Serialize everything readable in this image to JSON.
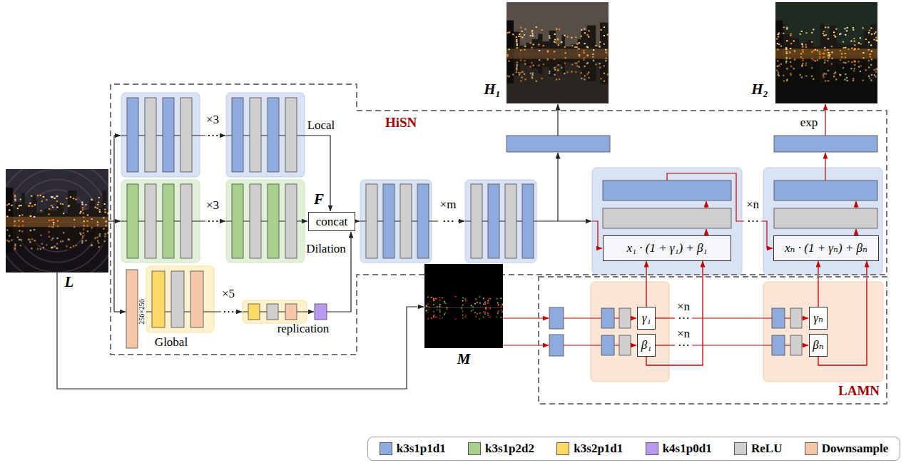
{
  "diagram": {
    "nodes": [
      {
        "text": [
          "HiSN"
        ]
      },
      {
        "text": [
          "concat"
        ],
        "in": 0
      },
      {
        "text": [
          "x₁ · (1 + γ₁) + β₁"
        ],
        "in": 0
      },
      {
        "text": [
          "xₙ · (1 + γₙ) + βₙ"
        ],
        "in": 0
      },
      {
        "text": [
          "LAMN"
        ]
      },
      {
        "text": [
          "γ₁"
        ],
        "in": 4
      },
      {
        "text": [
          "β₁"
        ],
        "in": 4
      },
      {
        "text": [
          "γₙ"
        ],
        "in": 4
      },
      {
        "text": [
          "βₙ"
        ],
        "in": 4
      }
    ],
    "edges": [
      {
        "from": 5,
        "to": 2,
        "arrow": "to"
      },
      {
        "from": 6,
        "to": 2,
        "arrow": "to"
      },
      {
        "from": 7,
        "to": 3,
        "arrow": "to"
      },
      {
        "from": 8,
        "to": 3,
        "arrow": "to"
      }
    ],
    "labels": [
      "Local",
      "×3",
      "⋯",
      "×3",
      "⋯",
      "Dilation",
      "256×256",
      "×5",
      "⋯",
      "Global",
      "replication",
      "F",
      "×m",
      "⋯",
      "H₁",
      "exp",
      "H₂",
      "×n",
      "⋯",
      "×n",
      "⋯",
      "×n",
      "⋯",
      "M",
      "L"
    ],
    "legend": [
      {
        "text": "k3s1p1d1",
        "color": "#8faadc"
      },
      {
        "text": "k3s1p2d2",
        "color": "#a9d18e"
      },
      {
        "text": "k3s2p1d1",
        "color": "#ffd966"
      },
      {
        "text": "k4s1p0d1",
        "color": "#b99af0"
      },
      {
        "text": "ReLU",
        "color": "#d0cece"
      },
      {
        "text": "Downsample",
        "color": "#f4c7a8"
      }
    ]
  }
}
